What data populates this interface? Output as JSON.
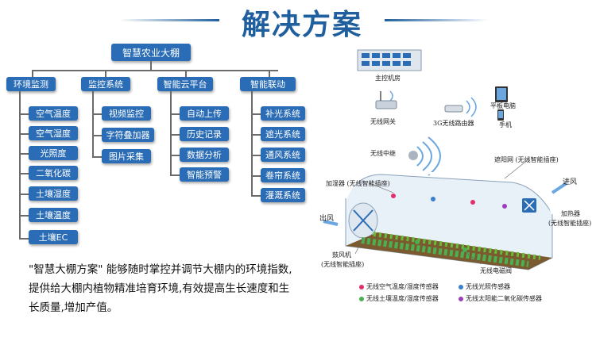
{
  "title": "解决方案",
  "root": "智慧农业大棚",
  "categories": [
    {
      "label": "环境监测",
      "items": [
        "空气温度",
        "空气湿度",
        "光照度",
        "二氧化碳",
        "土壤湿度",
        "土壤温度",
        "土壤EC"
      ]
    },
    {
      "label": "监控系统",
      "items": [
        "视频监控",
        "字符叠加器",
        "图片采集"
      ]
    },
    {
      "label": "智能云平台",
      "items": [
        "自动上传",
        "历史记录",
        "数据分析",
        "智能预警"
      ]
    },
    {
      "label": "智能联动",
      "items": [
        "补光系统",
        "遮光系统",
        "通风系统",
        "卷帘系统",
        "灌溉系统"
      ]
    }
  ],
  "description": {
    "line1": "\"智慧大棚方案\"  能够随时掌控并调节大棚内的环境指数,",
    "line2": "提供给大棚内植物精准培育环境,有效提高生长速度和生",
    "line3": "长质量,增加产值。"
  },
  "greenhouse": {
    "main_room": "主控机房",
    "gateway": "无线网关",
    "router": "3G无线路由器",
    "tablet": "平板电脑",
    "phone": "手机",
    "relay": "无线中继",
    "humidifier": "加湿器 (无线智能插座)",
    "shade_net": "遮阳网 (无线智能插座)",
    "air_in": "进风",
    "air_out": "出风",
    "heater": "加热器",
    "heater_sub": "(无线智能插座)",
    "fan": "鼓风机",
    "fan_sub": "(无线智能插座)",
    "valve": "无线电磁阀"
  },
  "legend": [
    {
      "label": "无线空气温度/湿度传感器",
      "color": "#e0306a"
    },
    {
      "label": "无线光照传感器",
      "color": "#3a7fd0"
    },
    {
      "label": "无线土壤温度/湿度传感器",
      "color": "#4caf50"
    },
    {
      "label": "无线太阳能二氧化碳传感器",
      "color": "#9c3fb8"
    }
  ]
}
